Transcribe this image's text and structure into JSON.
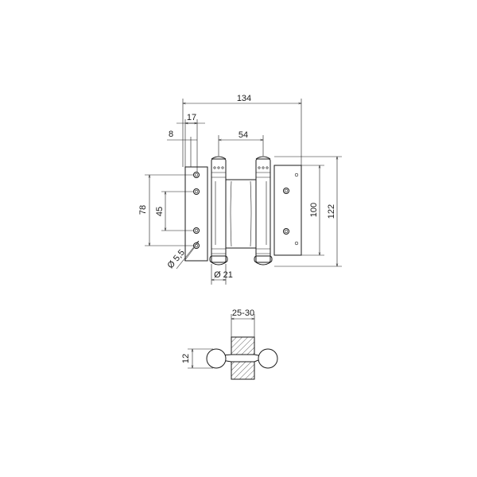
{
  "dimensions": {
    "overall_width": "134",
    "offset_17": "17",
    "offset_8": "8",
    "knuckle_spacing": "54",
    "plate_height": "100",
    "overall_height": "122",
    "hole_span": "78",
    "hole_spacing": "45",
    "hole_diameter": "Ø 5,5",
    "barrel_diameter": "Ø 21",
    "door_thickness": "25-30",
    "gap": "12"
  }
}
